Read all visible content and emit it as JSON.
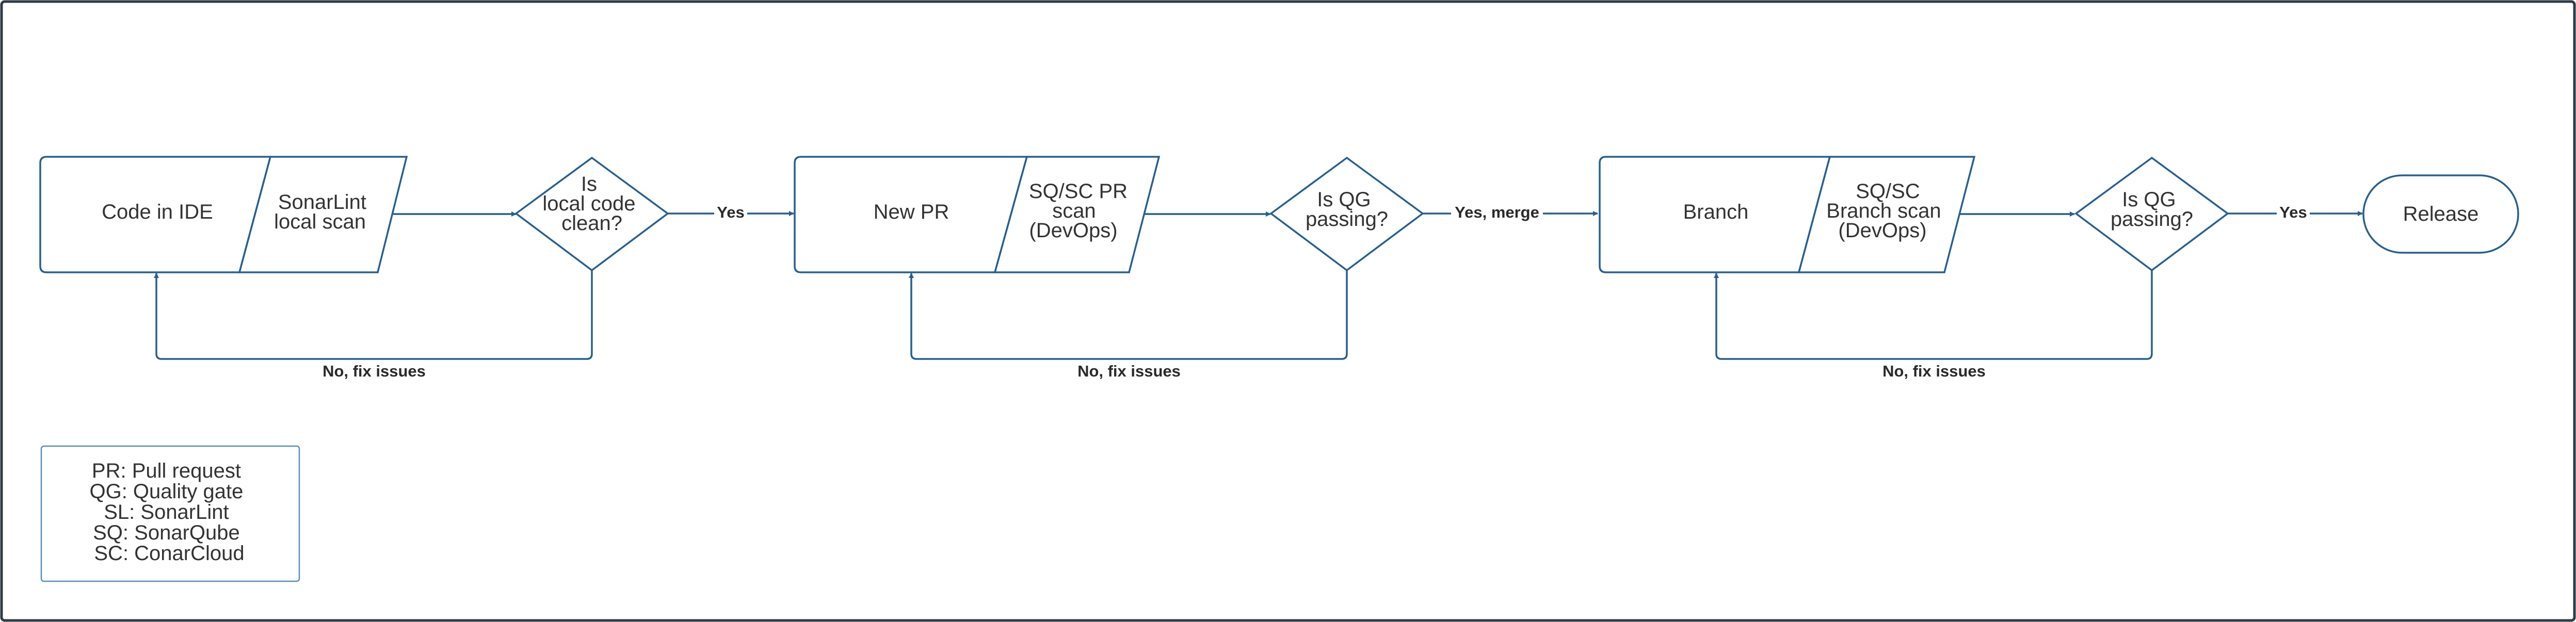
{
  "colors": {
    "stroke": "#285f8c",
    "text": "#333333",
    "frame": "#2f3a45",
    "legend_border": "#5b8db5"
  },
  "nodes": {
    "code_ide": {
      "lines": [
        "Code in IDE"
      ]
    },
    "sonarlint_scan": {
      "lines": [
        "SonarLint",
        "local scan"
      ]
    },
    "decision_clean": {
      "lines": [
        "Is",
        "local code",
        "clean?"
      ]
    },
    "new_pr": {
      "lines": [
        "New PR"
      ]
    },
    "pr_scan": {
      "lines": [
        "SQ/SC PR",
        "scan",
        "(DevOps)"
      ]
    },
    "decision_qg1": {
      "lines": [
        "Is QG",
        "passing?"
      ]
    },
    "branch": {
      "lines": [
        "Branch"
      ]
    },
    "branch_scan": {
      "lines": [
        "SQ/SC",
        "Branch scan",
        "(DevOps)"
      ]
    },
    "decision_qg2": {
      "lines": [
        "Is QG",
        "passing?"
      ]
    },
    "release": {
      "lines": [
        "Release"
      ]
    }
  },
  "edges": {
    "yes_1": "Yes",
    "yes_merge": "Yes, merge",
    "yes_2": "Yes",
    "no_1": "No, fix issues",
    "no_2": "No, fix issues",
    "no_3": "No, fix issues"
  },
  "legend": {
    "lines": [
      "PR: Pull request",
      "QG: Quality gate",
      "SL: SonarLint",
      "SQ: SonarQube",
      "SC: ConarCloud"
    ]
  }
}
